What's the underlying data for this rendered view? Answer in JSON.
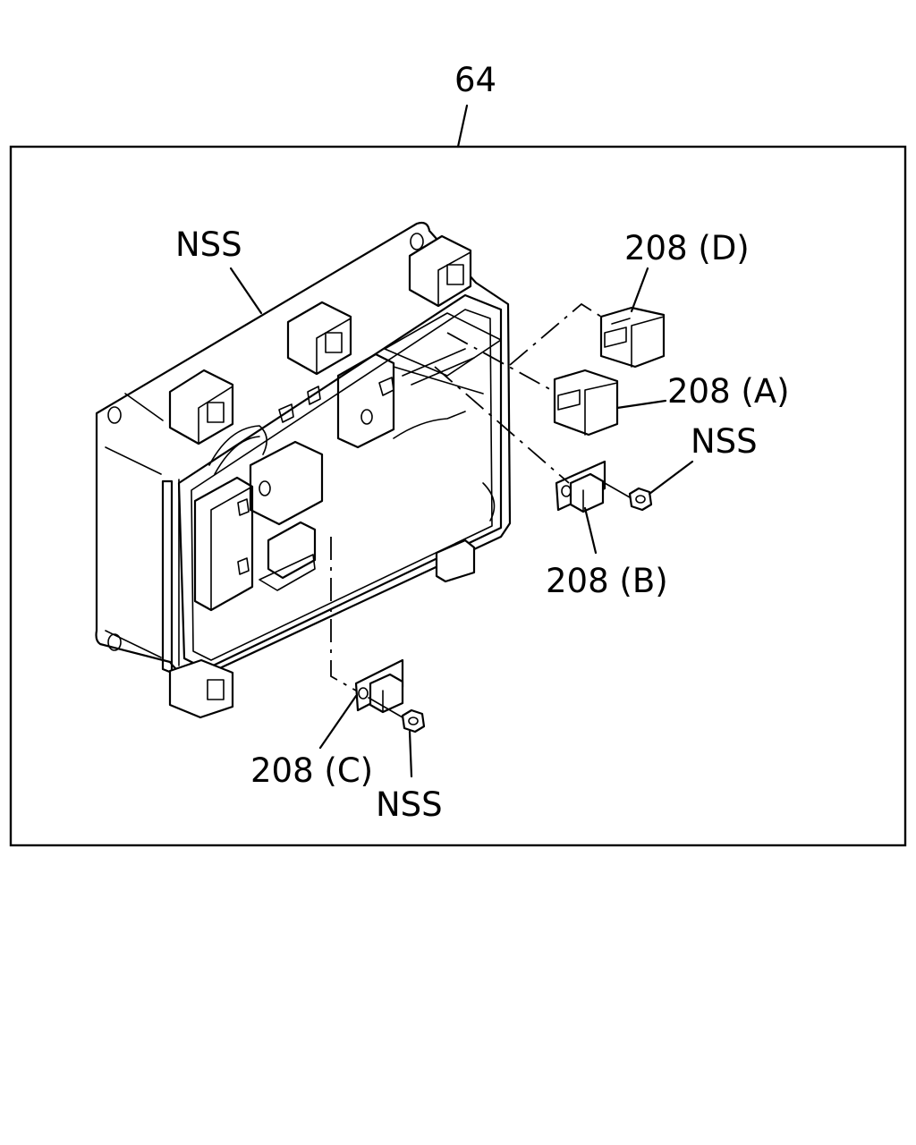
{
  "labels": {
    "assembly": "64",
    "nss_top": "NSS",
    "part_d": "208 (D)",
    "part_a": "208 (A)",
    "nss_right": "NSS",
    "part_b": "208 (B)",
    "part_c": "208 (C)",
    "nss_bottom": "NSS"
  }
}
